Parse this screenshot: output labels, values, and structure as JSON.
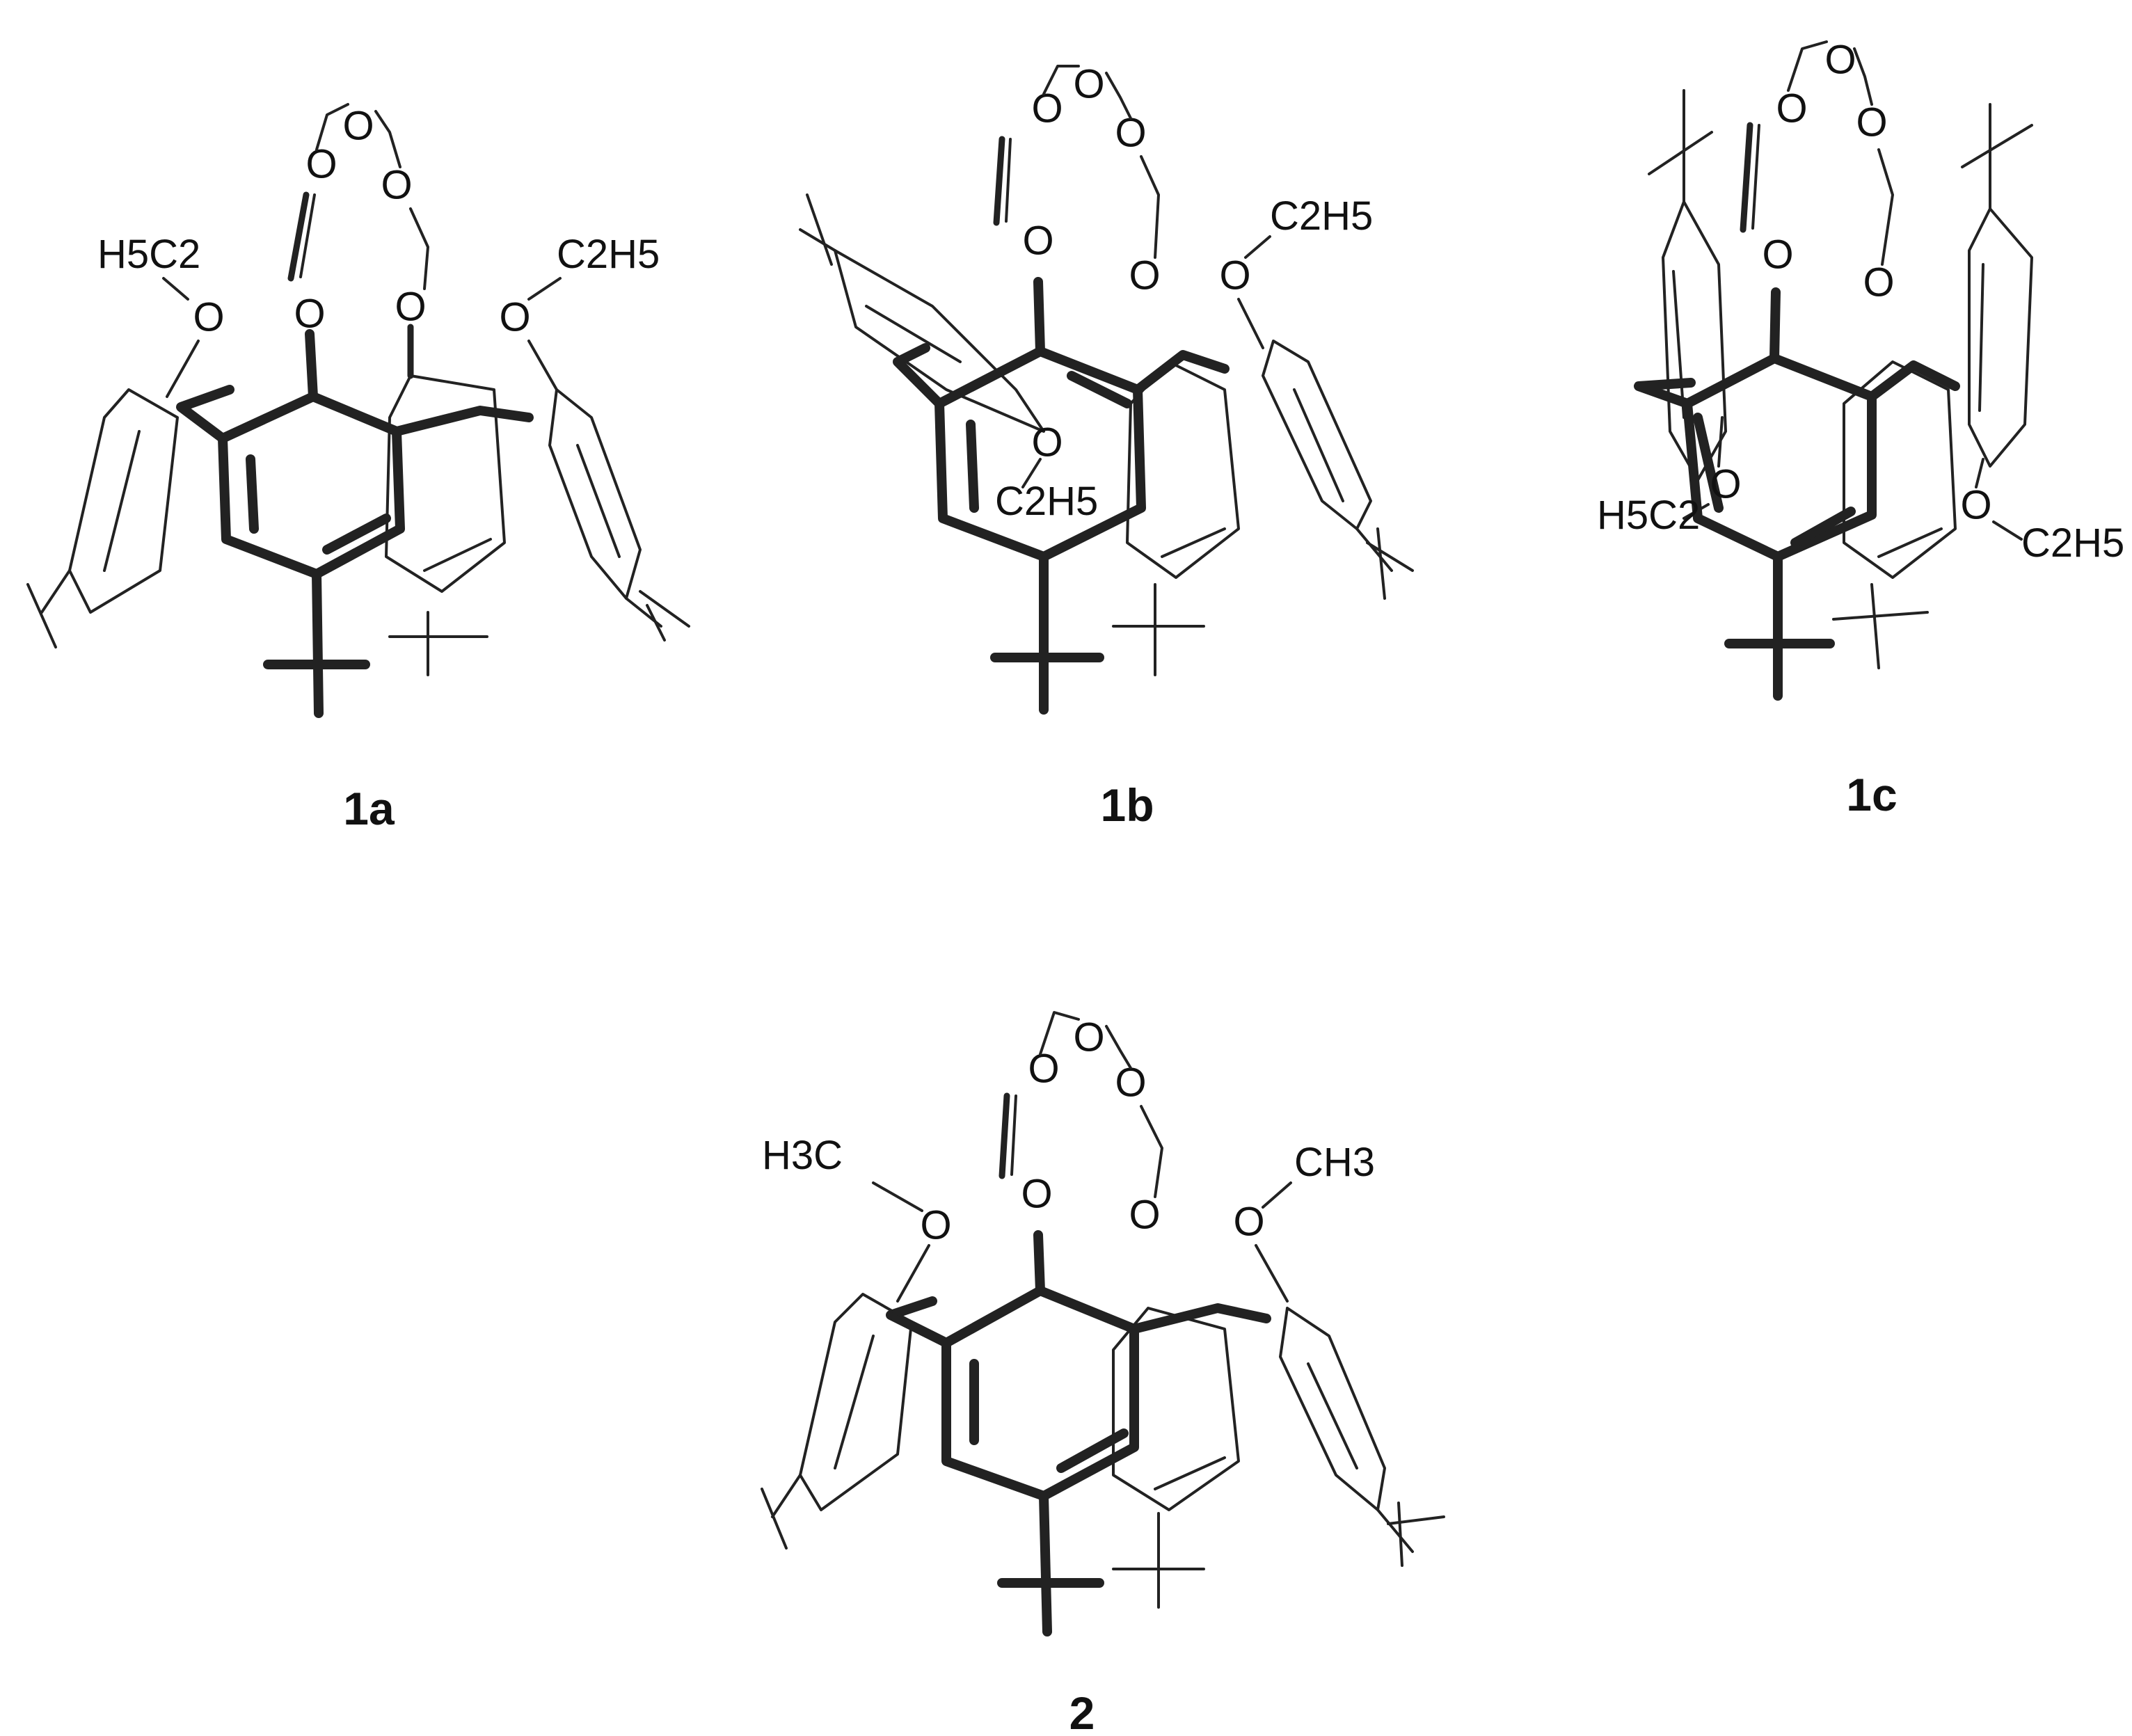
{
  "atoms": {
    "oxygen": "O"
  },
  "structures": [
    {
      "id": "1a",
      "label": "1a",
      "substituent_left": "H5C2",
      "substituent_right": "C2H5"
    },
    {
      "id": "1b",
      "label": "1b",
      "substituent_right": "C2H5",
      "substituent_inner": "C2H5"
    },
    {
      "id": "1c",
      "label": "1c",
      "substituent_left": "H5C2",
      "substituent_right": "C2H5"
    },
    {
      "id": "2",
      "label": "2",
      "substituent_left": "H3C",
      "substituent_right": "CH3"
    }
  ]
}
